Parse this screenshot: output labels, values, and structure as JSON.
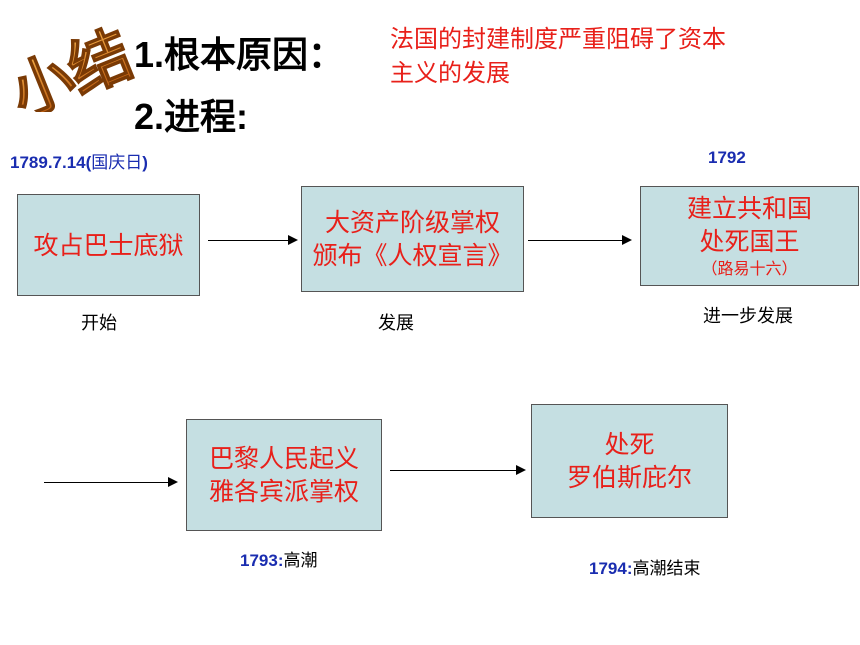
{
  "badge": {
    "text": "小结"
  },
  "cause": {
    "heading": "1.根本原因：",
    "text_line1": "法国的封建制度严重阻碍了资本",
    "text_line2": "主义的发展"
  },
  "process": {
    "heading": "2.进程:"
  },
  "timeline_top": [
    {
      "date_num": "1789.7.14(",
      "date_cn": "国庆日",
      "date_end": ")",
      "box_lines": [
        "攻占巴士底狱"
      ],
      "box_sub": "",
      "stage": "开始"
    },
    {
      "date_num": "",
      "date_cn": "",
      "date_end": "",
      "box_lines": [
        "大资产阶级掌权",
        "颁布《人权宣言》"
      ],
      "box_sub": "",
      "stage": "发展"
    },
    {
      "date_num": "1792",
      "date_cn": "",
      "date_end": "",
      "box_lines": [
        "建立共和国",
        "处死国王"
      ],
      "box_sub": "（路易十六）",
      "stage": "进一步发展"
    }
  ],
  "timeline_bottom": [
    {
      "date_num": "1793:",
      "date_label": "高潮",
      "box_lines": [
        "巴黎人民起义",
        "雅各宾派掌权"
      ]
    },
    {
      "date_num": "1794:",
      "date_label": "高潮结束",
      "box_lines": [
        "处死",
        "罗伯斯庇尔"
      ]
    }
  ],
  "colors": {
    "accent_red": "#e8201a",
    "date_blue": "#1a2db0",
    "box_fill": "#c5dfe2",
    "badge_orange": "#e07a10"
  }
}
